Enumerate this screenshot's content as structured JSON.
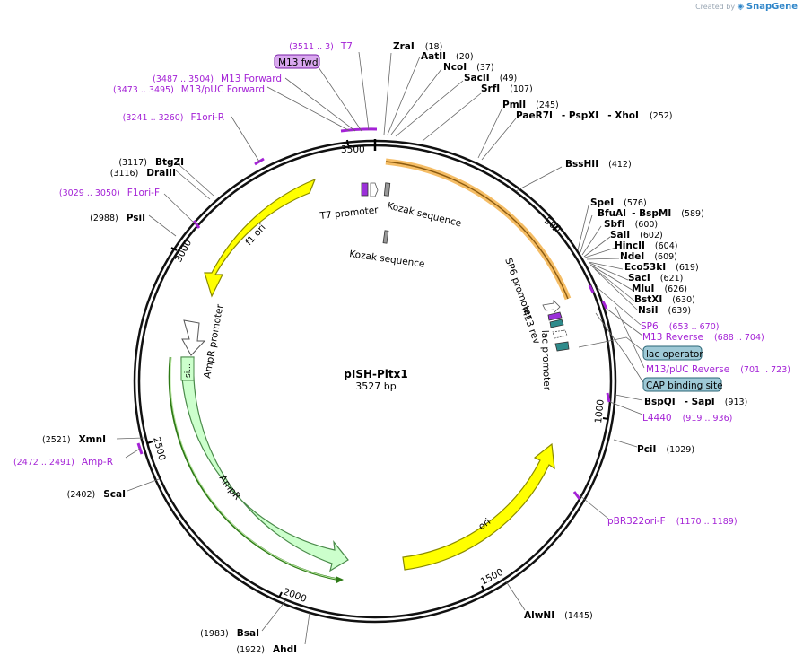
{
  "credit": {
    "created_by": "Created by",
    "brand": "SnapGene"
  },
  "plasmid": {
    "name": "pISH-Pitx1",
    "size": "3527 bp",
    "length": 3527
  },
  "colors": {
    "primer": "#a422d6",
    "ori": "#ffff00",
    "ampr": "#ccffcc",
    "orange": "#f3b24a",
    "site_box": "#9ec9d6"
  },
  "ticks": [
    "500",
    "1000",
    "1500",
    "2000",
    "2500",
    "3000",
    "3500"
  ],
  "enzymes": [
    {
      "name": "ZraI",
      "pos": "(18)"
    },
    {
      "name": "AatII",
      "pos": "(20)"
    },
    {
      "name": "NcoI",
      "pos": "(37)"
    },
    {
      "name": "SacII",
      "pos": "(49)"
    },
    {
      "name": "SrfI",
      "pos": "(107)"
    },
    {
      "name": "PmlI",
      "pos": "(245)"
    },
    {
      "name": "PaeR7I",
      "name2": "- PspXI",
      "name3": "- XhoI",
      "pos": "(252)"
    },
    {
      "name": "BssHII",
      "pos": "(412)"
    },
    {
      "name": "SpeI",
      "pos": "(576)"
    },
    {
      "name": "BfuAI",
      "name2": "- BspMI",
      "pos": "(589)"
    },
    {
      "name": "SbfI",
      "pos": "(600)"
    },
    {
      "name": "SalI",
      "pos": "(602)"
    },
    {
      "name": "HincII",
      "pos": "(604)"
    },
    {
      "name": "NdeI",
      "pos": "(609)"
    },
    {
      "name": "Eco53kI",
      "pos": "(619)"
    },
    {
      "name": "SacI",
      "pos": "(621)"
    },
    {
      "name": "MluI",
      "pos": "(626)"
    },
    {
      "name": "BstXI",
      "pos": "(630)"
    },
    {
      "name": "NsiI",
      "pos": "(639)"
    },
    {
      "name": "BspQI",
      "name2": "- SapI",
      "pos": "(913)"
    },
    {
      "name": "PciI",
      "pos": "(1029)"
    },
    {
      "name": "AlwNI",
      "pos": "(1445)"
    },
    {
      "name": "AhdI",
      "pos": "(1922)"
    },
    {
      "name": "BsaI",
      "pos": "(1983)"
    },
    {
      "name": "ScaI",
      "pos": "(2402)"
    },
    {
      "name": "XmnI",
      "pos": "(2521)"
    },
    {
      "name": "PsiI",
      "pos": "(2988)"
    },
    {
      "name": "DraIII",
      "pos": "(3116)"
    },
    {
      "name": "BtgZI",
      "pos": "(3117)"
    }
  ],
  "primers": [
    {
      "name": "T7",
      "pos": "(3511 .. 3)"
    },
    {
      "name": "M13 fwd",
      "pos": ""
    },
    {
      "name": "M13 Forward",
      "pos": "(3487 .. 3504)"
    },
    {
      "name": "M13/pUC Forward",
      "pos": "(3473 .. 3495)"
    },
    {
      "name": "F1ori-R",
      "pos": "(3241 .. 3260)"
    },
    {
      "name": "F1ori-F",
      "pos": "(3029 .. 3050)"
    },
    {
      "name": "SP6",
      "pos": "(653 .. 670)"
    },
    {
      "name": "M13 Reverse",
      "pos": "(688 .. 704)"
    },
    {
      "name": "M13/pUC Reverse",
      "pos": "(701 .. 723)"
    },
    {
      "name": "L4440",
      "pos": "(919 .. 936)"
    },
    {
      "name": "pBR322ori-F",
      "pos": "(1170 .. 1189)"
    },
    {
      "name": "Amp-R",
      "pos": "(2472 .. 2491)"
    }
  ],
  "boxed_features": [
    {
      "name": "lac operator"
    },
    {
      "name": "CAP binding site"
    }
  ],
  "features": [
    {
      "name": "T7 promoter"
    },
    {
      "name": "Kozak sequence"
    },
    {
      "name": "Kozak sequence"
    },
    {
      "name": "SP6 promoter"
    },
    {
      "name": "M13 rev"
    },
    {
      "name": "lac promoter"
    },
    {
      "name": "f1 ori"
    },
    {
      "name": "AmpR promoter"
    },
    {
      "name": "AmpR"
    },
    {
      "name": "ori"
    },
    {
      "name": "si..."
    }
  ]
}
